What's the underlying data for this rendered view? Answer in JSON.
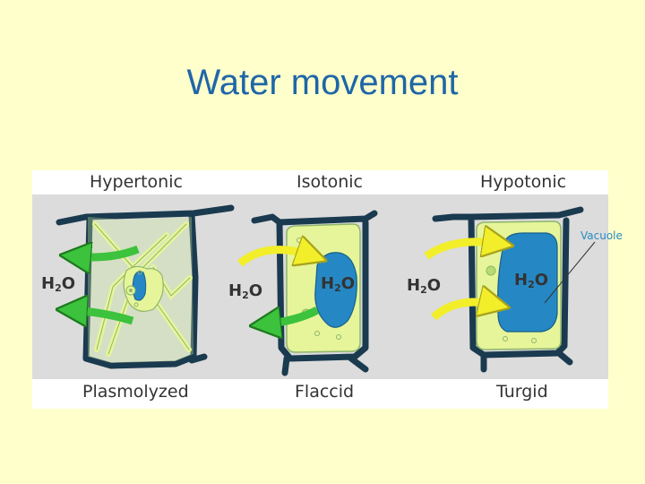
{
  "slide": {
    "title": "Water movement"
  },
  "figure": {
    "headers": {
      "left": "Hypertonic",
      "middle": "Isotonic",
      "right": "Hypotonic"
    },
    "footers": {
      "left": "Plasmolyzed",
      "middle": "Flaccid",
      "right": "Turgid"
    },
    "molecule": {
      "main": "H",
      "sub": "2",
      "tail": "O"
    },
    "vacuole_label": "Vacuole",
    "colors": {
      "background": "#ffffcc",
      "panel": "#dcdcdc",
      "cell_wall": "#1a3a4f",
      "cytoplasm": "#e6f59a",
      "vacuole": "#2588c4",
      "arrow_out": "#3cc23c",
      "arrow_in": "#f2ee2a"
    }
  }
}
